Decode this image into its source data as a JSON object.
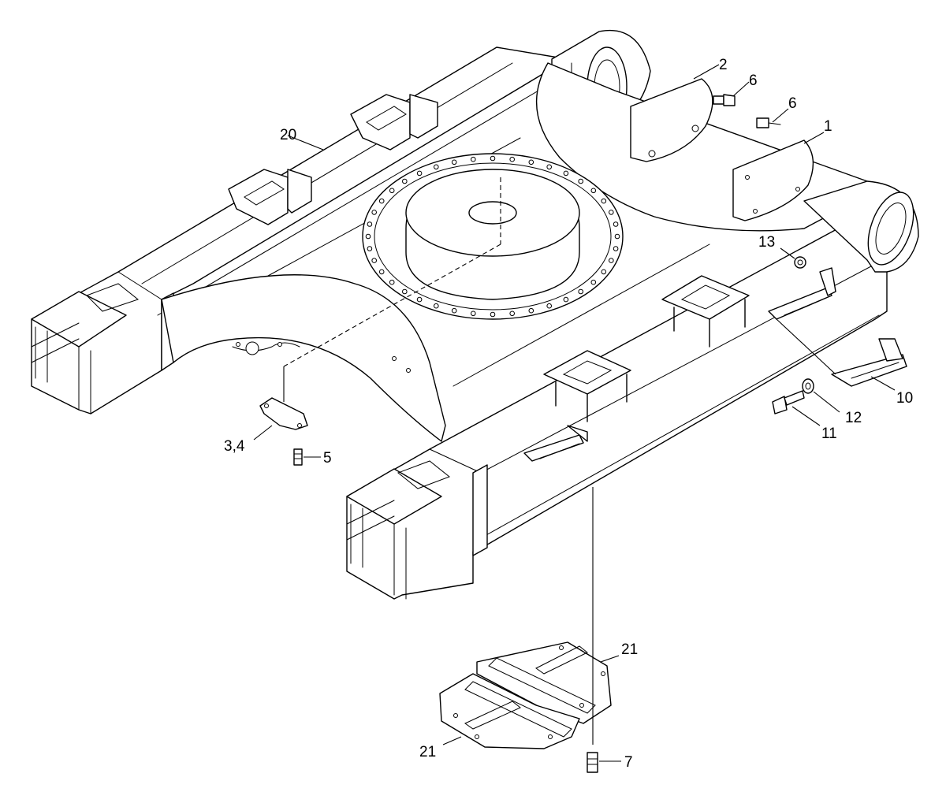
{
  "diagram": {
    "callouts": [
      {
        "id": "c2",
        "text": "2"
      },
      {
        "id": "c6a",
        "text": "6"
      },
      {
        "id": "c6b",
        "text": "6"
      },
      {
        "id": "c1",
        "text": "1"
      },
      {
        "id": "c20",
        "text": "20"
      },
      {
        "id": "c13",
        "text": "13"
      },
      {
        "id": "c10",
        "text": "10"
      },
      {
        "id": "c12",
        "text": "12"
      },
      {
        "id": "c11",
        "text": "11"
      },
      {
        "id": "c34",
        "text": "3,4"
      },
      {
        "id": "c5",
        "text": "5"
      },
      {
        "id": "c21a",
        "text": "21"
      },
      {
        "id": "c21b",
        "text": "21"
      },
      {
        "id": "c7",
        "text": "7"
      }
    ]
  }
}
